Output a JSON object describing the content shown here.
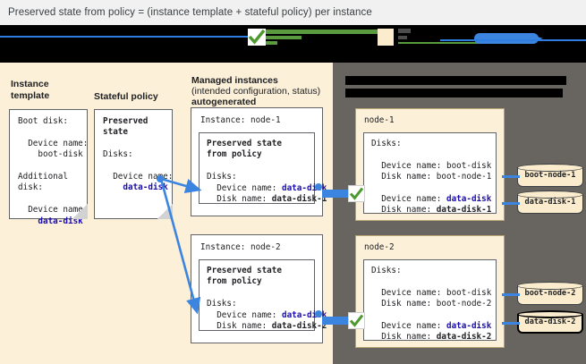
{
  "caption": "Preserved state from policy = (instance template + stateful policy) per instance",
  "legend": {
    "redacted": true,
    "check_icon": "green-check-icon",
    "arrow_icon": "blue-arrow-icon",
    "colors": {
      "blue": "#3b85e0",
      "green": "#5b9b3f",
      "tan": "#fbeccd",
      "black": "#000000"
    }
  },
  "panels": {
    "left_bg": "#fcf0d9",
    "right_bg": "#686560"
  },
  "sections": {
    "instance_template": {
      "title": "Instance\ntemplate"
    },
    "stateful_policy": {
      "title": "Stateful policy"
    },
    "managed_instances": {
      "title": "Managed instances",
      "subtitle": "(intended configuration, status)",
      "title2": "autogenerated"
    },
    "redacted_right": {
      "bar1": "",
      "bar2": ""
    }
  },
  "cards": {
    "instance_template": {
      "l1": "Boot disk:",
      "l2": "  Device name:",
      "l3": "    boot-disk",
      "l4": "Additional",
      "l5": "disk:",
      "l6": "  Device name:",
      "l7": "    data-disk"
    },
    "stateful_policy": {
      "l1": "Preserved",
      "l2": "state",
      "l3": "Disks:",
      "l4": "  Device name:",
      "l5": "    data-disk"
    }
  },
  "managed": [
    {
      "instance_label": "Instance: node-1",
      "preserved_title1": "Preserved state",
      "preserved_title2": "from policy",
      "disks_label": "Disks:",
      "device_key": "  Device name: ",
      "device_val": "data-disk",
      "disk_key": "  Disk name: ",
      "disk_val": "data-disk-1"
    },
    {
      "instance_label": "Instance: node-2",
      "preserved_title1": "Preserved state",
      "preserved_title2": "from policy",
      "disks_label": "Disks:",
      "device_key": "  Device name: ",
      "device_val": "data-disk",
      "disk_key": "  Disk name: ",
      "disk_val": "data-disk-2"
    }
  ],
  "nodes": [
    {
      "name": "node-1",
      "disks_label": "Disks:",
      "boot_device_key": "  Device name: ",
      "boot_device_val": "boot-disk",
      "boot_disk_key": "  Disk name: ",
      "boot_disk_val": "boot-node-1",
      "data_device_key": "  Device name: ",
      "data_device_val": "data-disk",
      "data_disk_key": "  Disk name: ",
      "data_disk_val": "data-disk-1",
      "cylinders": [
        {
          "label": "boot-node-1",
          "emphasis": false
        },
        {
          "label": "data-disk-1",
          "emphasis": false
        }
      ]
    },
    {
      "name": "node-2",
      "disks_label": "Disks:",
      "boot_device_key": "  Device name: ",
      "boot_device_val": "boot-disk",
      "boot_disk_key": "  Disk name: ",
      "boot_disk_val": "boot-node-2",
      "data_device_key": "  Device name: ",
      "data_device_val": "data-disk",
      "data_disk_key": "  Disk name: ",
      "data_disk_val": "data-disk-2",
      "cylinders": [
        {
          "label": "boot-node-2",
          "emphasis": false
        },
        {
          "label": "data-disk-2",
          "emphasis": true
        }
      ]
    }
  ]
}
